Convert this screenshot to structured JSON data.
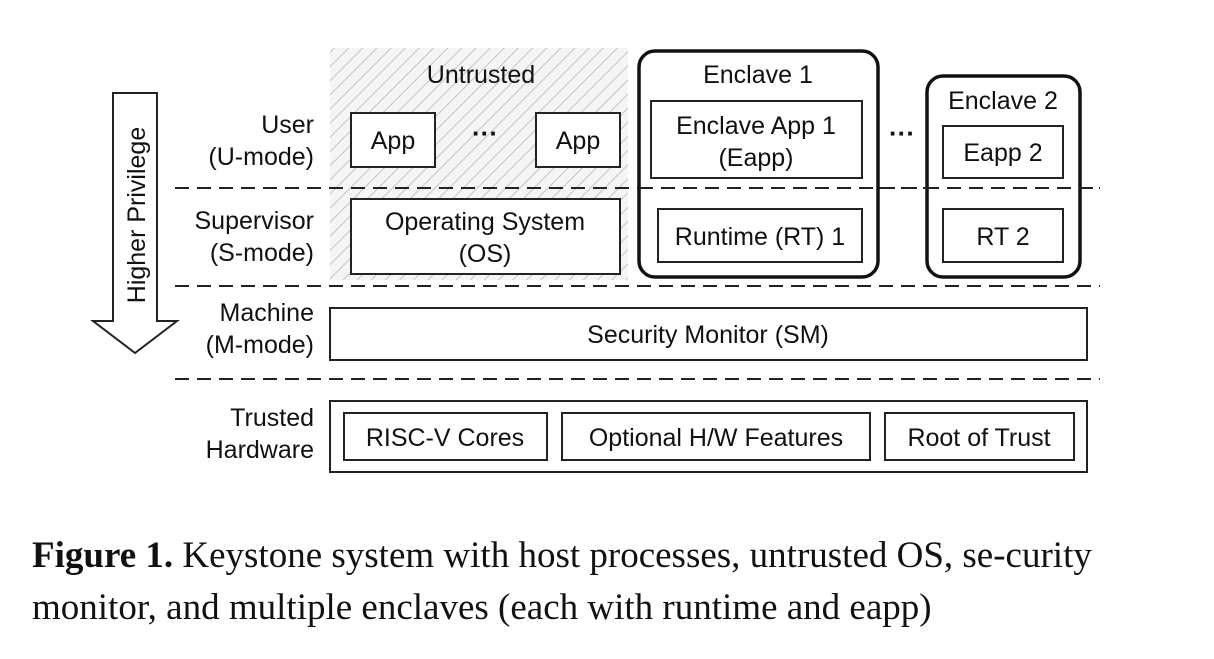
{
  "arrow_label": "Higher Privilege",
  "levels": {
    "user": [
      "User",
      "(U-mode)"
    ],
    "supervisor": [
      "Supervisor",
      "(S-mode)"
    ],
    "machine": [
      "Machine",
      "(M-mode)"
    ],
    "hardware": [
      "Trusted",
      "Hardware"
    ]
  },
  "untrusted": {
    "title": "Untrusted",
    "app_1": "App",
    "app_2": "App",
    "ellipsis": "···",
    "os": [
      "Operating System",
      "(OS)"
    ]
  },
  "enclave_1": {
    "title": "Enclave 1",
    "eapp": [
      "Enclave App 1",
      "(Eapp)"
    ],
    "runtime": "Runtime (RT) 1"
  },
  "enclaves_ellipsis": "···",
  "enclave_2": {
    "title": "Enclave 2",
    "eapp": "Eapp 2",
    "runtime": "RT 2"
  },
  "security_monitor": "Security Monitor (SM)",
  "hardware_boxes": [
    "RISC-V Cores",
    "Optional H/W Features",
    "Root of Trust"
  ],
  "caption": {
    "label": "Figure 1.",
    "text": " Keystone system with host processes, untrusted OS, se-curity monitor, and multiple enclaves (each with runtime and eapp)"
  }
}
